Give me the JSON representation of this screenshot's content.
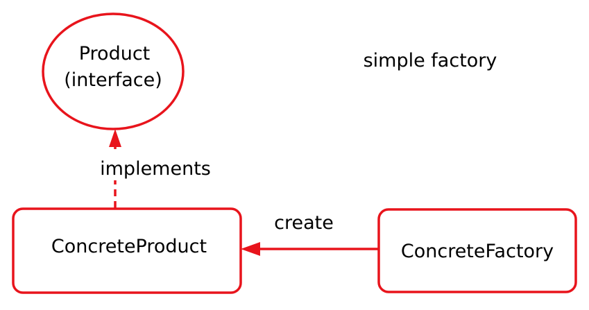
{
  "title": "simple factory",
  "nodes": {
    "product": {
      "line1": "Product",
      "line2": "(interface)"
    },
    "concrete_product": {
      "label": "ConcreteProduct"
    },
    "concrete_factory": {
      "label": "ConcreteFactory"
    }
  },
  "edges": {
    "implements": {
      "label": "implements",
      "style": "dashed"
    },
    "create": {
      "label": "create",
      "style": "solid"
    }
  },
  "colors": {
    "stroke": "#e8141c",
    "text": "#000000",
    "background": "#ffffff"
  }
}
